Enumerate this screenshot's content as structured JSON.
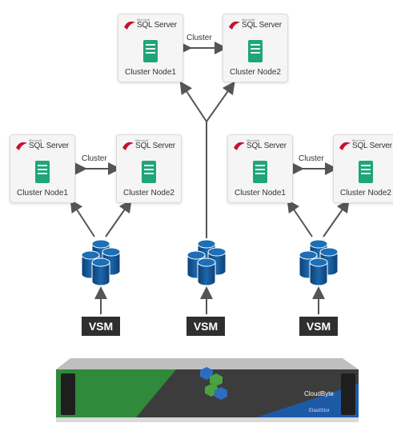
{
  "top_pair": {
    "node1": {
      "brand_small": "Microsoft",
      "brand": "SQL Server",
      "label": "Cluster Node1"
    },
    "node2": {
      "brand_small": "Microsoft",
      "brand": "SQL Server",
      "label": "Cluster Node2"
    },
    "link_label": "Cluster"
  },
  "left_pair": {
    "node1": {
      "brand_small": "Microsoft",
      "brand": "SQL Server",
      "label": "Cluster Node1"
    },
    "node2": {
      "brand_small": "Microsoft",
      "brand": "SQL Server",
      "label": "Cluster Node2"
    },
    "link_label": "Cluster"
  },
  "right_pair": {
    "node1": {
      "brand_small": "Microsoft",
      "brand": "SQL Server",
      "label": "Cluster Node1"
    },
    "node2": {
      "brand_small": "Microsoft",
      "brand": "SQL Server",
      "label": "Cluster Node2"
    },
    "link_label": "Cluster"
  },
  "vsm": [
    {
      "label": "VSM"
    },
    {
      "label": "VSM"
    },
    {
      "label": "VSM"
    }
  ],
  "appliance": {
    "brand": "CloudByte",
    "tagline": "ElastiStor"
  },
  "colors": {
    "server_green": "#1fa57a",
    "disk_blue": "#0f4f8a",
    "vsm_box": "#2f2f2f",
    "appliance_green": "#2f8a3c",
    "appliance_blue": "#1d5aa6"
  }
}
